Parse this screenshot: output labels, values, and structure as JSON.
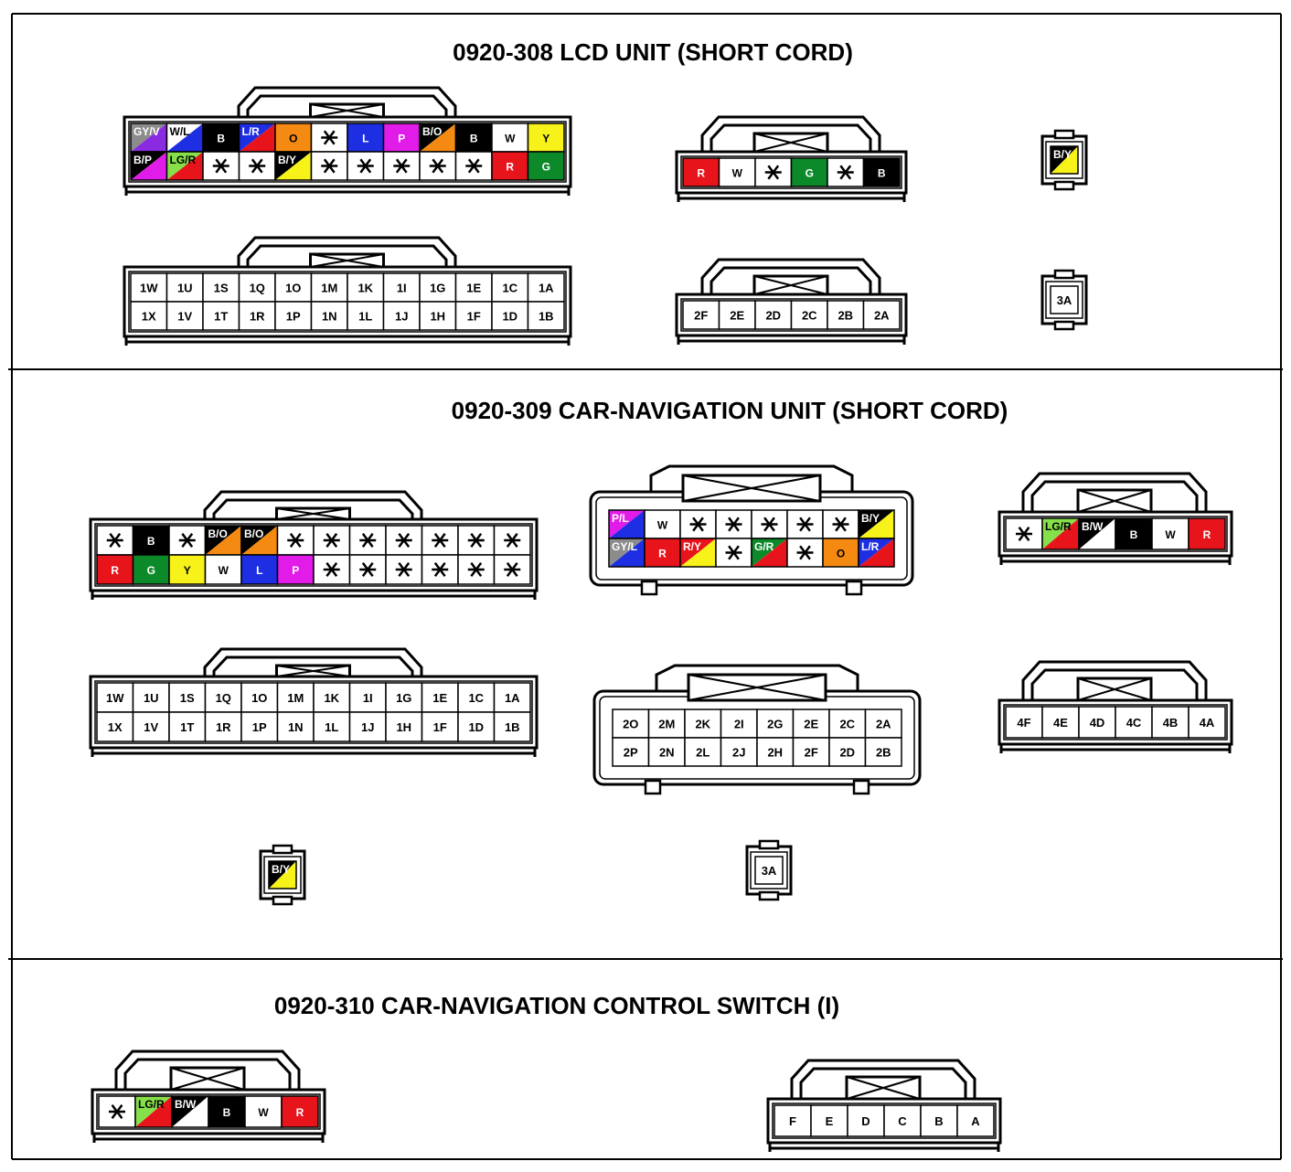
{
  "palette": {
    "B": "#000000",
    "W": "#ffffff",
    "R": "#e8141c",
    "G": "#0c8a2a",
    "Y": "#f7f21a",
    "L": "#1d2ee3",
    "P": "#e11ce8",
    "O": "#f58a12",
    "V": "#8a2be2",
    "LG": "#86e04a",
    "GY": "#8c8c8c"
  },
  "sections": [
    {
      "id": "s308",
      "title": "0920-308 LCD UNIT (SHORT CORD)"
    },
    {
      "id": "s309",
      "title": "0920-309  CAR-NAVIGATION UNIT (SHORT CORD)"
    },
    {
      "id": "s310",
      "title": "0920-310  CAR-NAVIGATION CONTROL SWITCH (I)"
    }
  ],
  "connectors": [
    {
      "id": "c308-1-color",
      "kind": "color",
      "rows": [
        [
          "GY/V",
          "W/L",
          "B",
          "L/R",
          "O",
          "*",
          "L",
          "P",
          "B/O",
          "B",
          "W",
          "Y"
        ],
        [
          "B/P",
          "LG/R",
          "*",
          "*",
          "B/Y",
          "*",
          "*",
          "*",
          "*",
          "*",
          "R",
          "G"
        ]
      ]
    },
    {
      "id": "c308-1-pins",
      "kind": "pins",
      "rows": [
        [
          "1W",
          "1U",
          "1S",
          "1Q",
          "1O",
          "1M",
          "1K",
          "1I",
          "1G",
          "1E",
          "1C",
          "1A"
        ],
        [
          "1X",
          "1V",
          "1T",
          "1R",
          "1P",
          "1N",
          "1L",
          "1J",
          "1H",
          "1F",
          "1D",
          "1B"
        ]
      ]
    },
    {
      "id": "c308-2-color",
      "kind": "color",
      "rows": [
        [
          "R",
          "W",
          "*",
          "G",
          "*",
          "B"
        ]
      ]
    },
    {
      "id": "c308-2-pins",
      "kind": "pins",
      "rows": [
        [
          "2F",
          "2E",
          "2D",
          "2C",
          "2B",
          "2A"
        ]
      ]
    },
    {
      "id": "c308-3-color",
      "kind": "color",
      "rows": [
        [
          "B/Y"
        ]
      ]
    },
    {
      "id": "c308-3-pins",
      "kind": "pins",
      "rows": [
        [
          "3A"
        ]
      ]
    },
    {
      "id": "c309-1-color",
      "kind": "color",
      "rows": [
        [
          "*",
          "B",
          "*",
          "B/O",
          "B/O",
          "*",
          "*",
          "*",
          "*",
          "*",
          "*",
          "*"
        ],
        [
          "R",
          "G",
          "Y",
          "W",
          "L",
          "P",
          "*",
          "*",
          "*",
          "*",
          "*",
          "*"
        ]
      ]
    },
    {
      "id": "c309-1-pins",
      "kind": "pins",
      "rows": [
        [
          "1W",
          "1U",
          "1S",
          "1Q",
          "1O",
          "1M",
          "1K",
          "1I",
          "1G",
          "1E",
          "1C",
          "1A"
        ],
        [
          "1X",
          "1V",
          "1T",
          "1R",
          "1P",
          "1N",
          "1L",
          "1J",
          "1H",
          "1F",
          "1D",
          "1B"
        ]
      ]
    },
    {
      "id": "c309-2-color",
      "kind": "color",
      "rows": [
        [
          "P/L",
          "W",
          "*",
          "*",
          "*",
          "*",
          "*",
          "B/Y"
        ],
        [
          "GY/L",
          "R",
          "R/Y",
          "*",
          "G/R",
          "*",
          "O",
          "L/R"
        ]
      ]
    },
    {
      "id": "c309-2-pins",
      "kind": "pins",
      "rows": [
        [
          "2O",
          "2M",
          "2K",
          "2I",
          "2G",
          "2E",
          "2C",
          "2A"
        ],
        [
          "2P",
          "2N",
          "2L",
          "2J",
          "2H",
          "2F",
          "2D",
          "2B"
        ]
      ]
    },
    {
      "id": "c309-4-color",
      "kind": "color",
      "rows": [
        [
          "*",
          "LG/R",
          "B/W",
          "B",
          "W",
          "R"
        ]
      ]
    },
    {
      "id": "c309-4-pins",
      "kind": "pins",
      "rows": [
        [
          "4F",
          "4E",
          "4D",
          "4C",
          "4B",
          "4A"
        ]
      ]
    },
    {
      "id": "c309-3-color",
      "kind": "color",
      "rows": [
        [
          "B/Y"
        ]
      ]
    },
    {
      "id": "c309-3-pins",
      "kind": "pins",
      "rows": [
        [
          "3A"
        ]
      ]
    },
    {
      "id": "c310-color",
      "kind": "color",
      "rows": [
        [
          "*",
          "LG/R",
          "B/W",
          "B",
          "W",
          "R"
        ]
      ]
    },
    {
      "id": "c310-pins",
      "kind": "pins",
      "rows": [
        [
          "F",
          "E",
          "D",
          "C",
          "B",
          "A"
        ]
      ]
    }
  ]
}
